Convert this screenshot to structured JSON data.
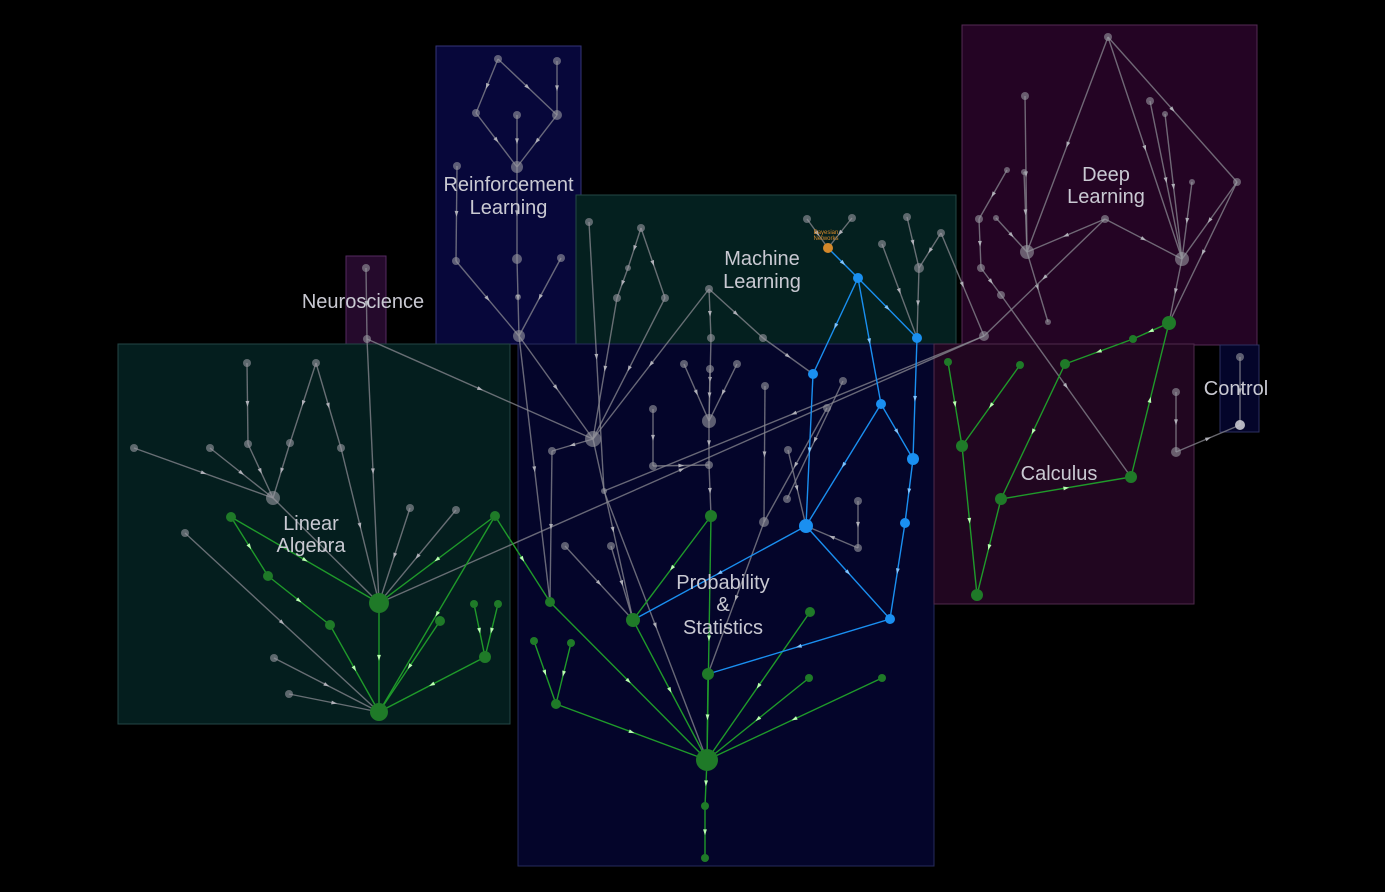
{
  "colors": {
    "background": "#000000",
    "grey_edge": "#8a8a92",
    "grey_node": "#9a9aa2",
    "green_edge": "#1f9a2a",
    "green_node": "#1f7a28",
    "green_arrow": "#b8ffb0",
    "blue_edge": "#1a8ff0",
    "blue_node": "#1a8ff0",
    "orange_node": "#d4882a"
  },
  "regions": [
    {
      "id": "reinforcement-learning",
      "lines": [
        "Reinforcement",
        "Learning"
      ],
      "fill": "#07073a",
      "stroke": "#343478"
    },
    {
      "id": "neuroscience",
      "lines": [
        "Neuroscience"
      ],
      "fill": "#250a2c",
      "stroke": "#552a60"
    },
    {
      "id": "machine-learning",
      "lines": [
        "Machine",
        "Learning"
      ],
      "fill": "#04201f",
      "stroke": "#244846"
    },
    {
      "id": "deep-learning",
      "lines": [
        "Deep",
        "Learning"
      ],
      "fill": "#240424",
      "stroke": "#552a55"
    },
    {
      "id": "linear-algebra",
      "lines": [
        "Linear",
        "Algebra"
      ],
      "fill": "#041e1e",
      "stroke": "#244646"
    },
    {
      "id": "probability-statistics",
      "lines": [
        "Probability",
        "&",
        "Statistics"
      ],
      "fill": "#04052a",
      "stroke": "#262a5c"
    },
    {
      "id": "calculus",
      "lines": [
        "Calculus"
      ],
      "fill": "#210620",
      "stroke": "#4e2a4c"
    },
    {
      "id": "control",
      "lines": [
        "Control"
      ],
      "fill": "#04052a",
      "stroke": "#2c3060"
    }
  ],
  "highlighted_node": {
    "id": "bayesian-networks",
    "label_lines": [
      "Bayesian",
      "Networks"
    ]
  }
}
